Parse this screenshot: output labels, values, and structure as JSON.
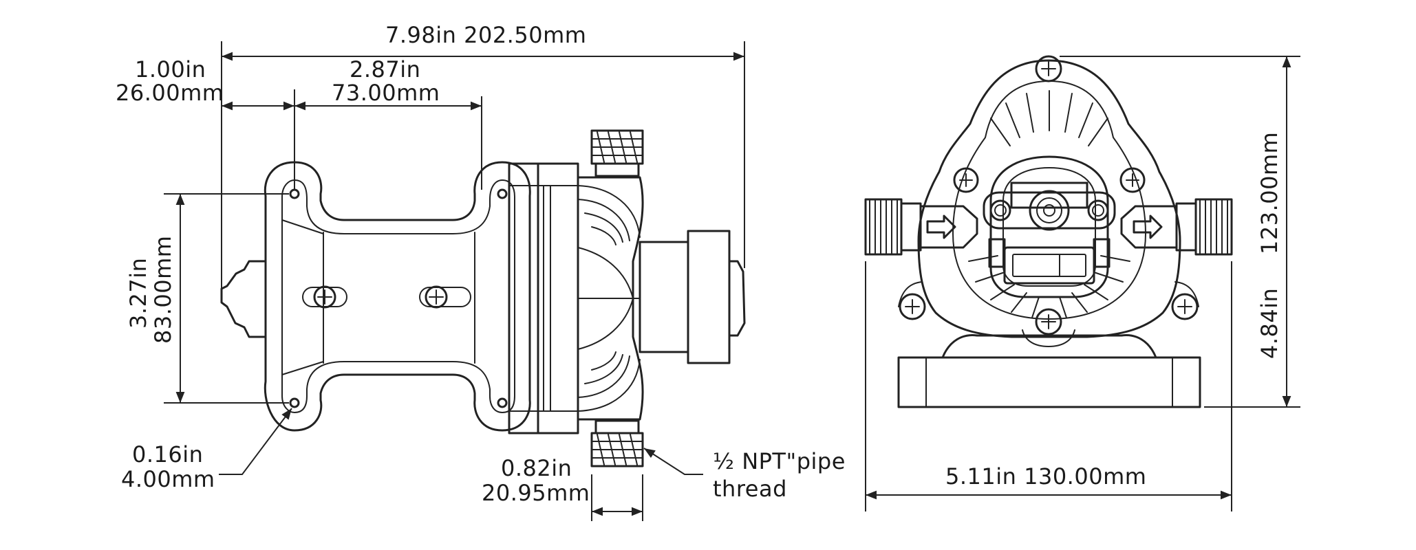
{
  "dimensions": {
    "total_length": "7.98in  202.50mm",
    "offset_in": "1.00in",
    "offset_mm": "26.00mm",
    "hole_spacing_in": "2.87in",
    "hole_spacing_mm": "73.00mm",
    "mount_height_in": "3.27in",
    "mount_height_mm": "83.00mm",
    "hole_dia_in": "0.16in",
    "hole_dia_mm": "4.00mm",
    "port_len_in": "0.82in",
    "port_len_mm": "20.95mm",
    "thread_line1": "½ NPT\"pipe",
    "thread_line2": "thread",
    "front_width": "5.11in  130.00mm",
    "front_height_in": "4.84in",
    "front_height_mm": "123.00mm"
  }
}
